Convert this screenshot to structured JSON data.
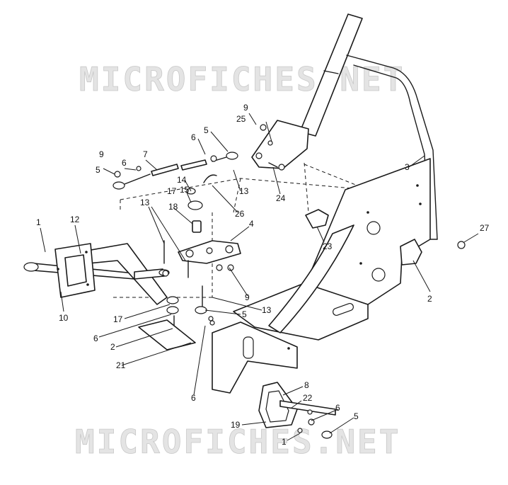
{
  "watermark": {
    "text": "MICROFICHES.NET",
    "color": "#d0d0d0"
  },
  "callouts": [
    "1",
    "12",
    "10",
    "5",
    "9",
    "6",
    "7",
    "6",
    "5",
    "17",
    "14",
    "15",
    "18",
    "13",
    "9",
    "25",
    "3",
    "27",
    "2",
    "4",
    "23",
    "24",
    "26",
    "13",
    "9",
    "13",
    "5",
    "17",
    "6",
    "2",
    "21",
    "6",
    "8",
    "22",
    "6",
    "5",
    "19",
    "1"
  ],
  "line_color": "#1a1a1a"
}
